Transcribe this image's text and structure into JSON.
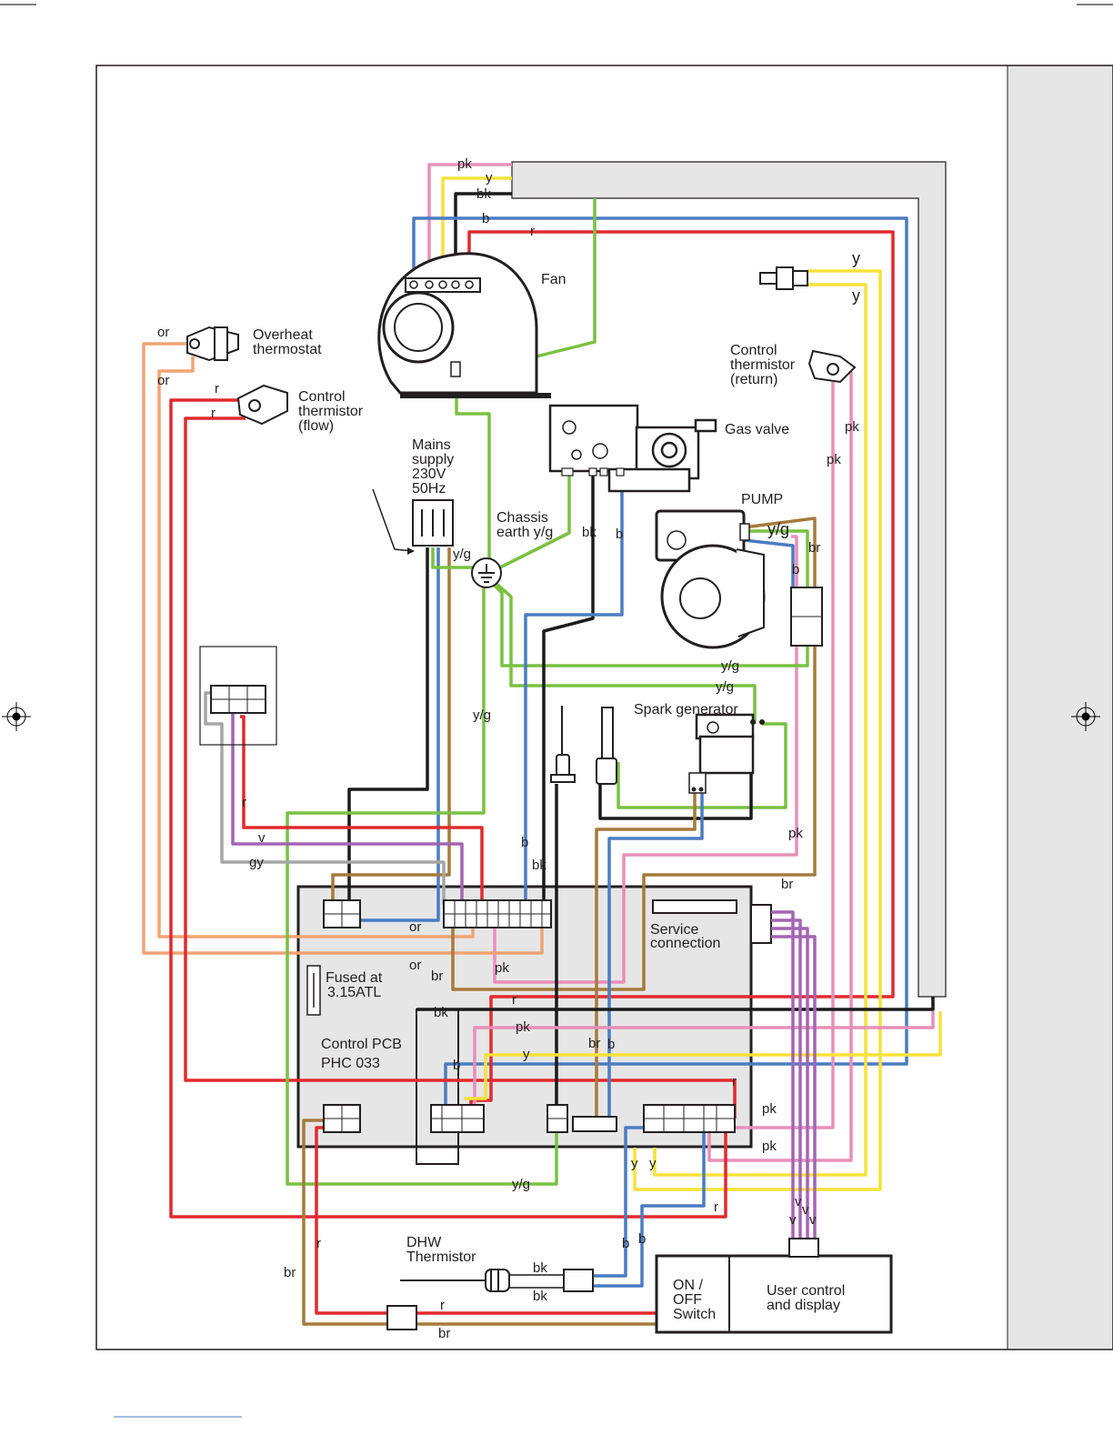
{
  "colors": {
    "pink": "#e88fb8",
    "yellow": "#f6e23a",
    "black": "#1a1a1a",
    "blue": "#4a7cc0",
    "red": "#e12a2e",
    "green": "#7ac142",
    "brown": "#a57a3c",
    "orange": "#f0a374",
    "violet": "#a564b4",
    "grey": "#a6a6a6",
    "panel": "#e6e6e7"
  },
  "components": {
    "fan": "Fan",
    "overheat_thermostat": [
      "Overheat",
      "thermostat"
    ],
    "control_thermistor_flow": [
      "Control",
      "thermistor",
      "(flow)"
    ],
    "control_thermistor_return": [
      "Control",
      "thermistor",
      "(return)"
    ],
    "gas_valve": "Gas valve",
    "mains_supply": [
      "Mains",
      "supply",
      "230V",
      "50Hz"
    ],
    "chassis_earth": [
      "Chassis",
      "earth y/g"
    ],
    "pump": "PUMP",
    "spark_generator": "Spark generator",
    "service_connection": [
      "Service",
      "connection"
    ],
    "fuse": [
      "Fused at",
      "3.15ATL"
    ],
    "control_pcb": [
      "Control PCB",
      "PHC 033"
    ],
    "dhw_thermistor": [
      "DHW",
      "Thermistor"
    ],
    "on_off_switch": [
      "ON /",
      "OFF",
      "Switch"
    ],
    "user_control": [
      "User control",
      "and display"
    ]
  },
  "wire_labels": {
    "pk": "pk",
    "y": "y",
    "bk": "bk",
    "b": "b",
    "r": "r",
    "or": "or",
    "yg": "y/g",
    "br": "br",
    "v": "v",
    "gy": "gy"
  }
}
